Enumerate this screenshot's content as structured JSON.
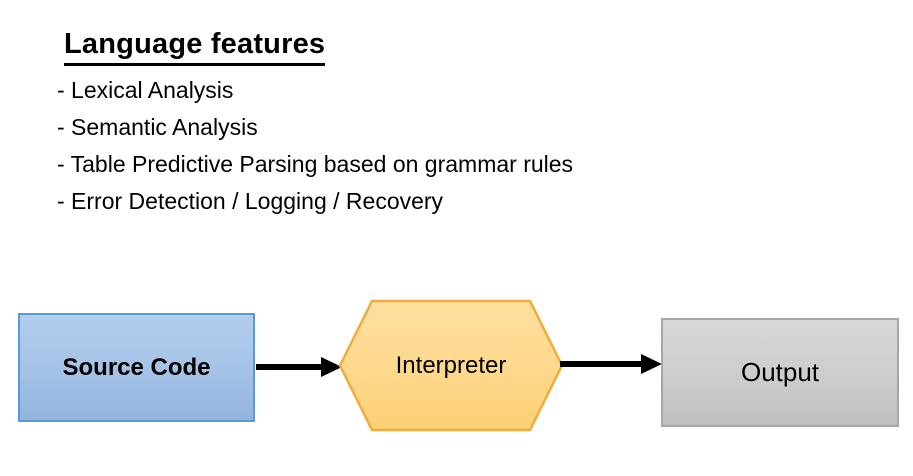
{
  "title": "Language features",
  "features": [
    "- Lexical Analysis",
    "- Semantic Analysis",
    "- Table Predictive Parsing based on grammar rules",
    "- Error Detection / Logging / Recovery"
  ],
  "diagram": {
    "source_label": "Source Code",
    "interpreter_label": "Interpreter",
    "output_label": "Output"
  },
  "colors": {
    "source_fill_top": "#b3cdec",
    "source_fill_bottom": "#93b4dd",
    "source_border": "#5b9bd5",
    "interpreter_fill_top": "#ffdf9f",
    "interpreter_fill_bottom": "#fccf74",
    "interpreter_border": "#f0ac3e",
    "output_fill_top": "#d7d7d7",
    "output_fill_bottom": "#bfbfbf",
    "output_border": "#a6a6a6",
    "arrow": "#000000",
    "text": "#000000"
  }
}
